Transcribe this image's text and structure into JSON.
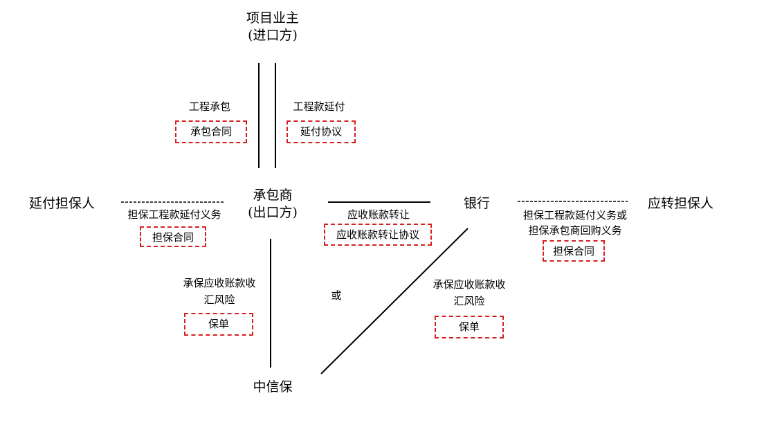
{
  "nodes": {
    "owner": {
      "line1": "项目业主",
      "line2": "(进口方)"
    },
    "contractor": {
      "line1": "承包商",
      "line2": "(出口方)"
    },
    "deferred_guarantor": "延付担保人",
    "bank": "银行",
    "transfer_guarantor": "应转担保人",
    "sinosure": "中信保"
  },
  "relations": {
    "engineering_contracting": "工程承包",
    "deferred_payment": "工程款延付",
    "guarantee_deferred_obligation": "担保工程款延付义务",
    "receivables_transfer": "应收账款转让",
    "guarantee_obligation_or_buyback": {
      "line1": "担保工程款延付义务或",
      "line2": "担保承包商回购义务"
    },
    "underwrite_risk_left": {
      "line1": "承保应收账款收",
      "line2": "汇风险"
    },
    "underwrite_risk_right": {
      "line1": "承保应收账款收",
      "line2": "汇风险"
    },
    "or": "或"
  },
  "documents": {
    "contracting_contract": "承包合同",
    "deferred_agreement": "延付协议",
    "guarantee_contract_left": "担保合同",
    "receivables_transfer_agreement": "应收账款转让协议",
    "guarantee_contract_right": "担保合同",
    "policy_left": "保单",
    "policy_right": "保单"
  },
  "colors": {
    "line": "#000000",
    "document_border": "#d62020",
    "background": "#ffffff"
  }
}
